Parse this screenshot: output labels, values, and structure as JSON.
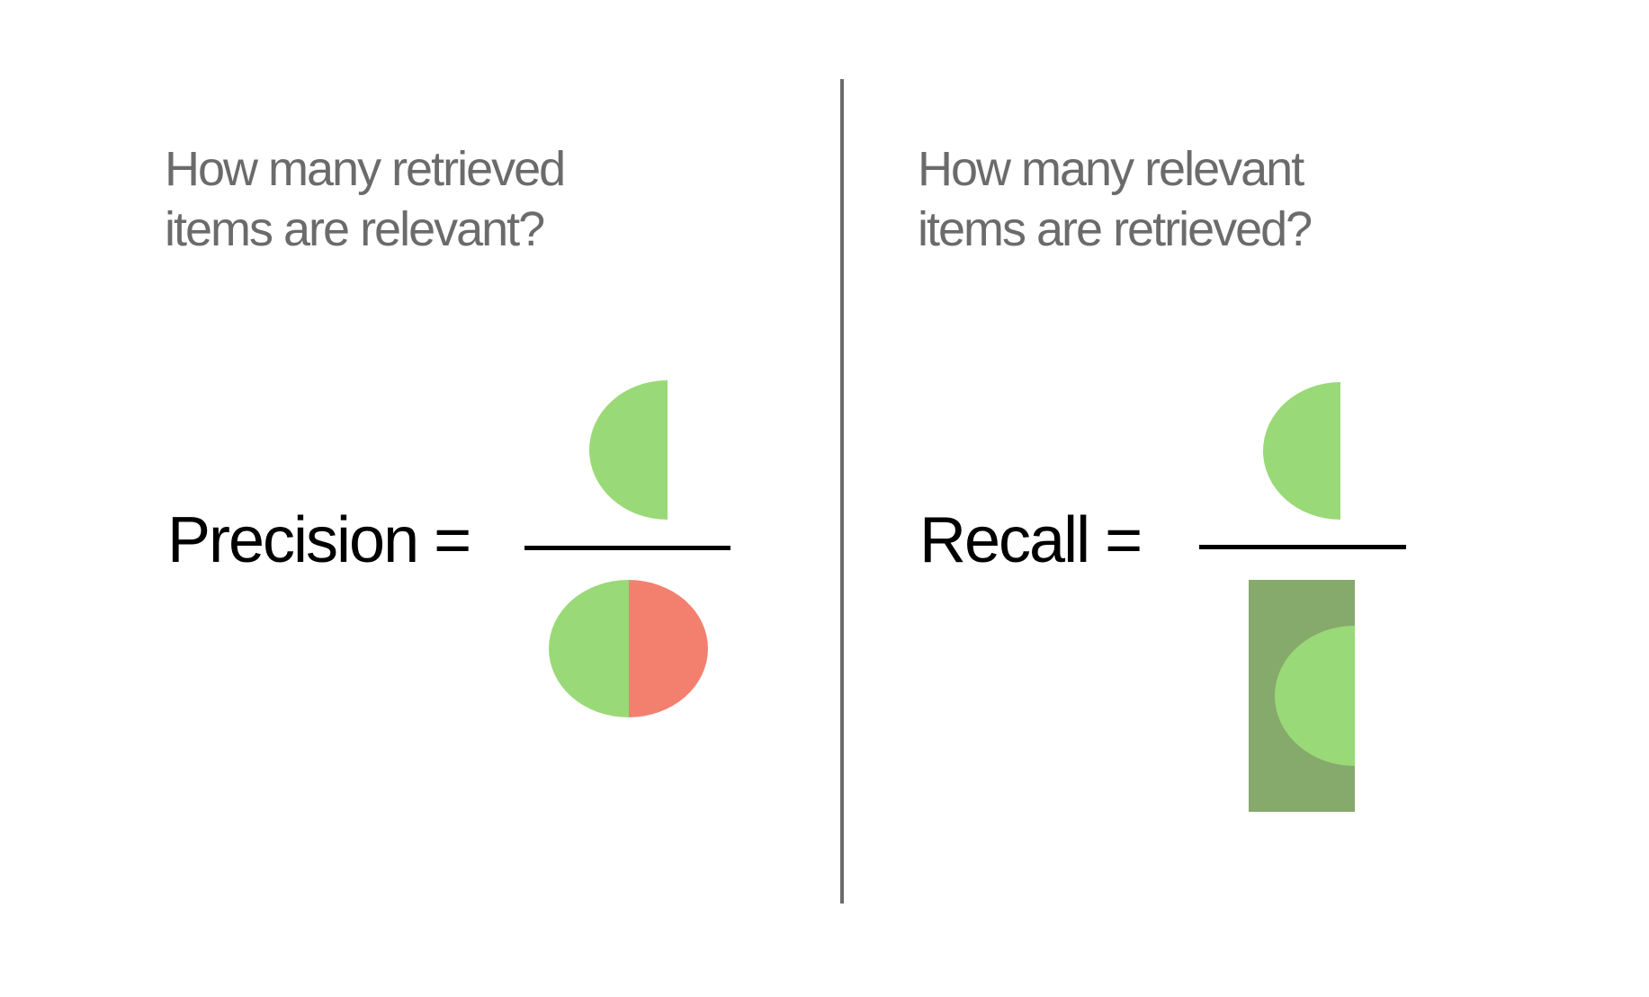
{
  "left": {
    "question": "How many retrieved\nitems are relevant?",
    "label": "Precision ="
  },
  "right": {
    "question": "How many relevant\nitems are retrieved?",
    "label": "Recall ="
  },
  "colors": {
    "relevant_green": "#9ad977",
    "irrelevant_red": "#f3806f",
    "relevant_not_retrieved_olive": "#86a96c",
    "question_text_gray": "#6b6b6b",
    "divider_gray": "#6b6b6b",
    "formula_black": "#000000"
  }
}
